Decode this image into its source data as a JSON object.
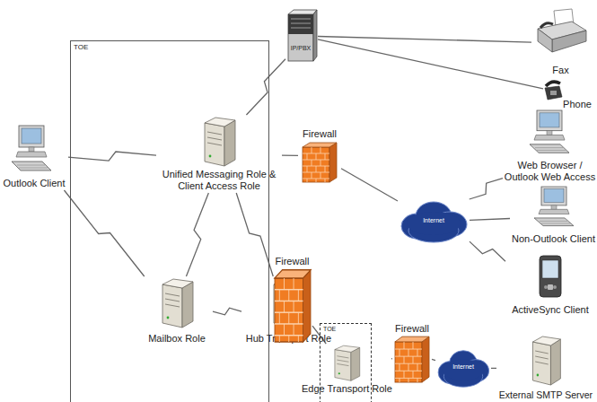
{
  "diagram": {
    "nodes": [
      {
        "text": [
          "TOE"
        ]
      },
      {
        "text": [
          "Unified Messaging Role & Client Access Role"
        ],
        "in": 0
      },
      {
        "text": [
          "Mailbox Role"
        ],
        "in": 0
      },
      {
        "text": [
          "Hub Transport Role"
        ],
        "in": 0
      },
      {
        "text": [
          "Outlook Client"
        ]
      },
      {
        "text": [
          "IP/PBX"
        ]
      },
      {
        "text": [
          "Fax"
        ]
      },
      {
        "text": [
          "Phone"
        ]
      },
      {
        "text": [
          "Firewall"
        ]
      },
      {
        "text": [
          "Internet"
        ]
      },
      {
        "text": [
          "Web Browser / Outlook Web Access"
        ]
      },
      {
        "text": [
          "Non-Outlook Client"
        ]
      },
      {
        "text": [
          "ActiveSync Client"
        ]
      },
      {
        "text": [
          "Firewall"
        ]
      },
      {
        "text": [
          "TOE"
        ]
      },
      {
        "text": [
          "Edge Transport Role"
        ],
        "in": 14
      },
      {
        "text": [
          "Firewall"
        ]
      },
      {
        "text": [
          "Internet"
        ]
      },
      {
        "text": [
          "External SMTP Server"
        ]
      }
    ],
    "edges": [
      {
        "from": 4,
        "to": 1,
        "arrow": "none"
      },
      {
        "from": 4,
        "to": 2,
        "arrow": "none"
      },
      {
        "from": 1,
        "to": 2,
        "arrow": "none"
      },
      {
        "from": 1,
        "to": 3,
        "arrow": "none"
      },
      {
        "from": 2,
        "to": 3,
        "arrow": "none"
      },
      {
        "from": 1,
        "to": 5,
        "arrow": "none"
      },
      {
        "from": 5,
        "to": 6,
        "arrow": "none"
      },
      {
        "from": 5,
        "to": 7,
        "arrow": "none"
      },
      {
        "from": 1,
        "to": 8,
        "arrow": "none"
      },
      {
        "from": 8,
        "to": 9,
        "arrow": "none"
      },
      {
        "from": 9,
        "to": 10,
        "arrow": "none"
      },
      {
        "from": 9,
        "to": 11,
        "arrow": "none"
      },
      {
        "from": 9,
        "to": 12,
        "arrow": "none"
      },
      {
        "from": 3,
        "to": 13,
        "arrow": "none"
      },
      {
        "from": 13,
        "to": 15,
        "arrow": "none"
      },
      {
        "from": 15,
        "to": 16,
        "arrow": "none"
      },
      {
        "from": 16,
        "to": 17,
        "arrow": "none"
      },
      {
        "from": 17,
        "to": 18,
        "arrow": "none"
      }
    ]
  }
}
